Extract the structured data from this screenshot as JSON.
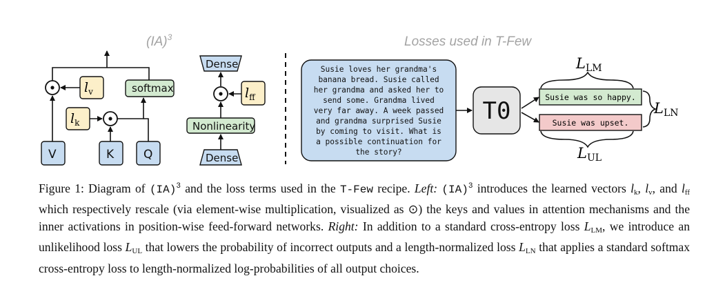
{
  "figure": {
    "left_title": "(IA)",
    "left_title_sup": "3",
    "right_title": "Losses used in T-Few",
    "attention": {
      "v_label": "V",
      "k_label": "K",
      "q_label": "Q",
      "softmax_label": "softmax",
      "lv_label": "l",
      "lv_sub": "v",
      "lk_label": "l",
      "lk_sub": "k"
    },
    "ffn": {
      "dense_top": "Dense",
      "dense_bottom": "Dense",
      "nonlinearity": "Nonlinearity",
      "lff_label": "l",
      "lff_sub": "ff"
    },
    "losses": {
      "prompt_lines": [
        "Susie loves her grandma's",
        "banana bread. Susie called",
        "her grandma and asked her to",
        "send some. Grandma lived",
        "very far away. A week passed",
        "and grandma surprised Susie",
        "by coming to visit. What is",
        "a possible continuation for",
        "the story?"
      ],
      "model_label": "T0",
      "correct_output": "Susie was so happy.",
      "incorrect_output": "Susie was upset.",
      "lm_label": "L",
      "lm_sub": "LM",
      "ul_label": "L",
      "ul_sub": "UL",
      "ln_label": "L",
      "ln_sub": "LN"
    },
    "colors": {
      "blue_fill": "#c7dcf1",
      "green_fill": "#d3ead0",
      "yellow_fill": "#fcefc9",
      "red_fill": "#f3caca",
      "gray_fill": "#e6e6e6",
      "title_gray": "#a3a3a3"
    }
  },
  "caption": {
    "s1": "Figure 1: Diagram of ",
    "ia3_code": "(IA)",
    "ia3_sup": "3",
    "s2": " and the loss terms used in the ",
    "tfew_code": "T-Few",
    "s3": " recipe. ",
    "left_word": "Left:",
    "s4": " ",
    "s5": " introduces the learned vectors ",
    "lk_sub": "k",
    "lv_sub": "v",
    "s6": ", and ",
    "lff_sub": "ff",
    "s7": " which respectively rescale (via element-wise multiplication, visualized as ⊙) the keys and values in attention mechanisms and the inner activations in position-wise feed-forward networks. ",
    "right_word": "Right:",
    "s8": " In addition to a standard cross-entropy loss ",
    "lm_sub": "LM",
    "s9": ", we introduce an unlikelihood loss ",
    "ul_sub": "UL",
    "s10": " that lowers the probability of incorrect outputs and a length-normalized loss ",
    "ln_sub": "LN",
    "s11": " that applies a standard ",
    "softmax": "softmax",
    "s12": " cross-entropy loss to length-normalized log-probabilities of all output choices."
  }
}
